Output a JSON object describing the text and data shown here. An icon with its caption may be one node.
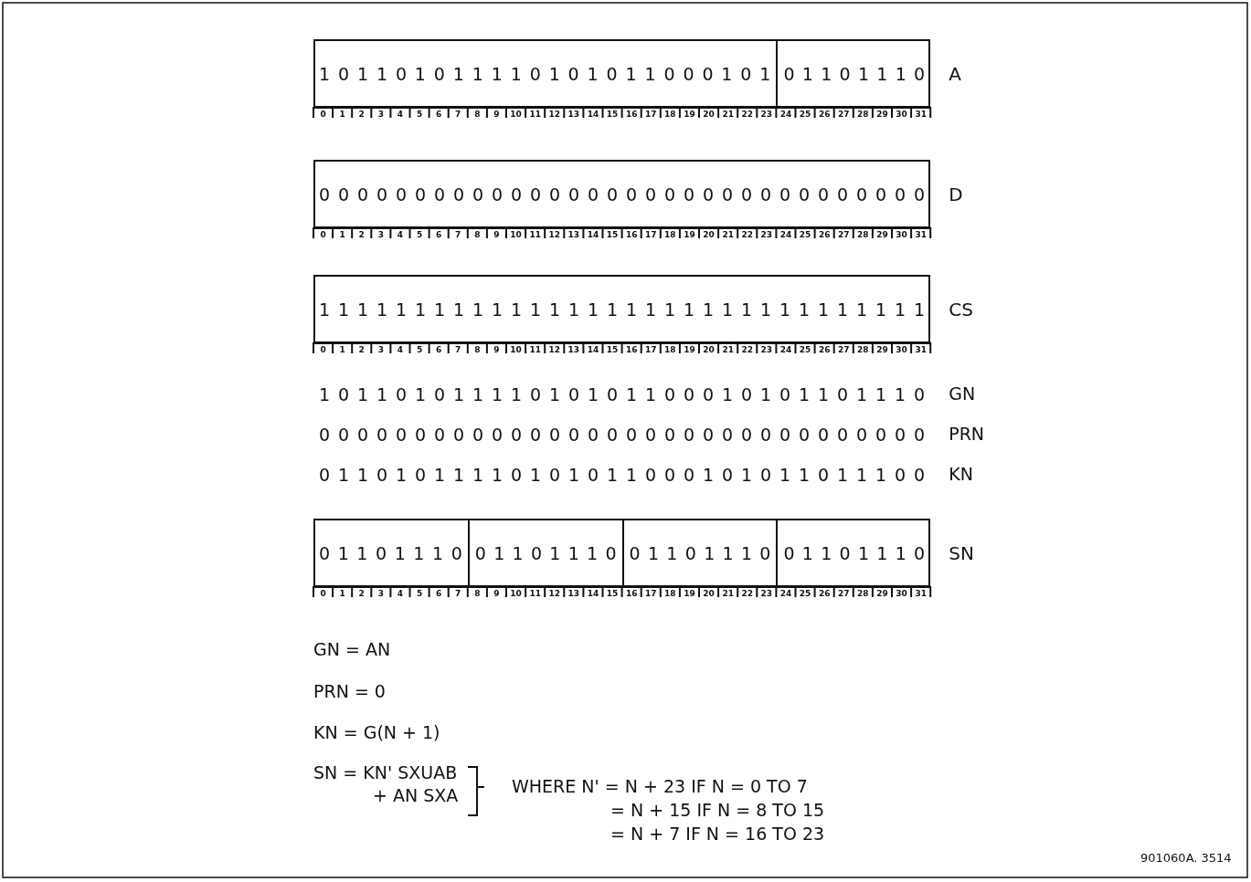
{
  "diagram": {
    "nodes": [
      {
        "text": [
          "A"
        ]
      },
      {
        "text": [
          "1 0 1 1 0 1 0 1 1 1 1 0 1 0 1 0 1 1 0 0 0 1 0 1"
        ],
        "in": 0
      },
      {
        "text": [
          "0 1 1 0 1 1 1 0"
        ],
        "in": 0
      },
      {
        "text": [
          "D"
        ]
      },
      {
        "text": [
          "0 0 0 0 0 0 0 0 0 0 0 0 0 0 0 0 0 0 0 0 0 0 0 0 0 0 0 0 0 0 0 0"
        ],
        "in": 3
      },
      {
        "text": [
          "CS"
        ]
      },
      {
        "text": [
          "1 1 1 1 1 1 1 1 1 1 1 1 1 1 1 1 1 1 1 1 1 1 1 1 1 1 1 1 1 1 1 1"
        ],
        "in": 5
      },
      {
        "text": [
          "SN"
        ]
      },
      {
        "text": [
          "0 1 1 0 1 1 1 0"
        ],
        "in": 7
      },
      {
        "text": [
          "0 1 1 0 1 1 1 0"
        ],
        "in": 7
      },
      {
        "text": [
          "0 1 1 0 1 1 1 0"
        ],
        "in": 7
      },
      {
        "text": [
          "0 1 1 0 1 1 1 0"
        ],
        "in": 7
      }
    ],
    "edges": [],
    "labels": [
      "0",
      "1",
      "2",
      "3",
      "4",
      "5",
      "6",
      "7",
      "8",
      "9",
      "10",
      "11",
      "12",
      "13",
      "14",
      "15",
      "16",
      "17",
      "18",
      "19",
      "20",
      "21",
      "22",
      "23",
      "24",
      "25",
      "26",
      "27",
      "28",
      "29",
      "30",
      "31",
      "0",
      "1",
      "2",
      "3",
      "4",
      "5",
      "6",
      "7",
      "8",
      "9",
      "10",
      "11",
      "12",
      "13",
      "14",
      "15",
      "16",
      "17",
      "18",
      "19",
      "20",
      "21",
      "22",
      "23",
      "24",
      "25",
      "26",
      "27",
      "28",
      "29",
      "30",
      "31",
      "0",
      "1",
      "2",
      "3",
      "4",
      "5",
      "6",
      "7",
      "8",
      "9",
      "10",
      "11",
      "12",
      "13",
      "14",
      "15",
      "16",
      "17",
      "18",
      "19",
      "20",
      "21",
      "22",
      "23",
      "24",
      "25",
      "26",
      "27",
      "28",
      "29",
      "30",
      "31",
      "1 0 1 1 0 1 0 1 1 1 1 0 1 0 1 0 1 1 0 0 0 1 0 1 0 1 1 0 1 1 1 0",
      "GN",
      "0 0 0 0 0 0 0 0 0 0 0 0 0 0 0 0 0 0 0 0 0 0 0 0 0 0 0 0 0 0 0 0",
      "PRN",
      "0 1 1 0 1 0 1 1 1 1 0 1 0 1 0 1 1 0 0 0 1 0 1 0 1 1 0 1 1 1 0 0",
      "KN",
      "0",
      "1",
      "2",
      "3",
      "4",
      "5",
      "6",
      "7",
      "8",
      "9",
      "10",
      "11",
      "12",
      "13",
      "14",
      "15",
      "16",
      "17",
      "18",
      "19",
      "20",
      "21",
      "22",
      "23",
      "24",
      "25",
      "26",
      "27",
      "28",
      "29",
      "30",
      "31",
      "GN = AN",
      "PRN = 0",
      "KN = G(N + 1)",
      "SN = KN' SXUAB",
      "+ AN SXA",
      "WHERE N' = N + 23 IF N = 0 TO 7",
      "= N + 15 IF N = 8 TO 15",
      "= N + 7 IF N = 16 TO 23",
      "901060A. 3514"
    ]
  }
}
